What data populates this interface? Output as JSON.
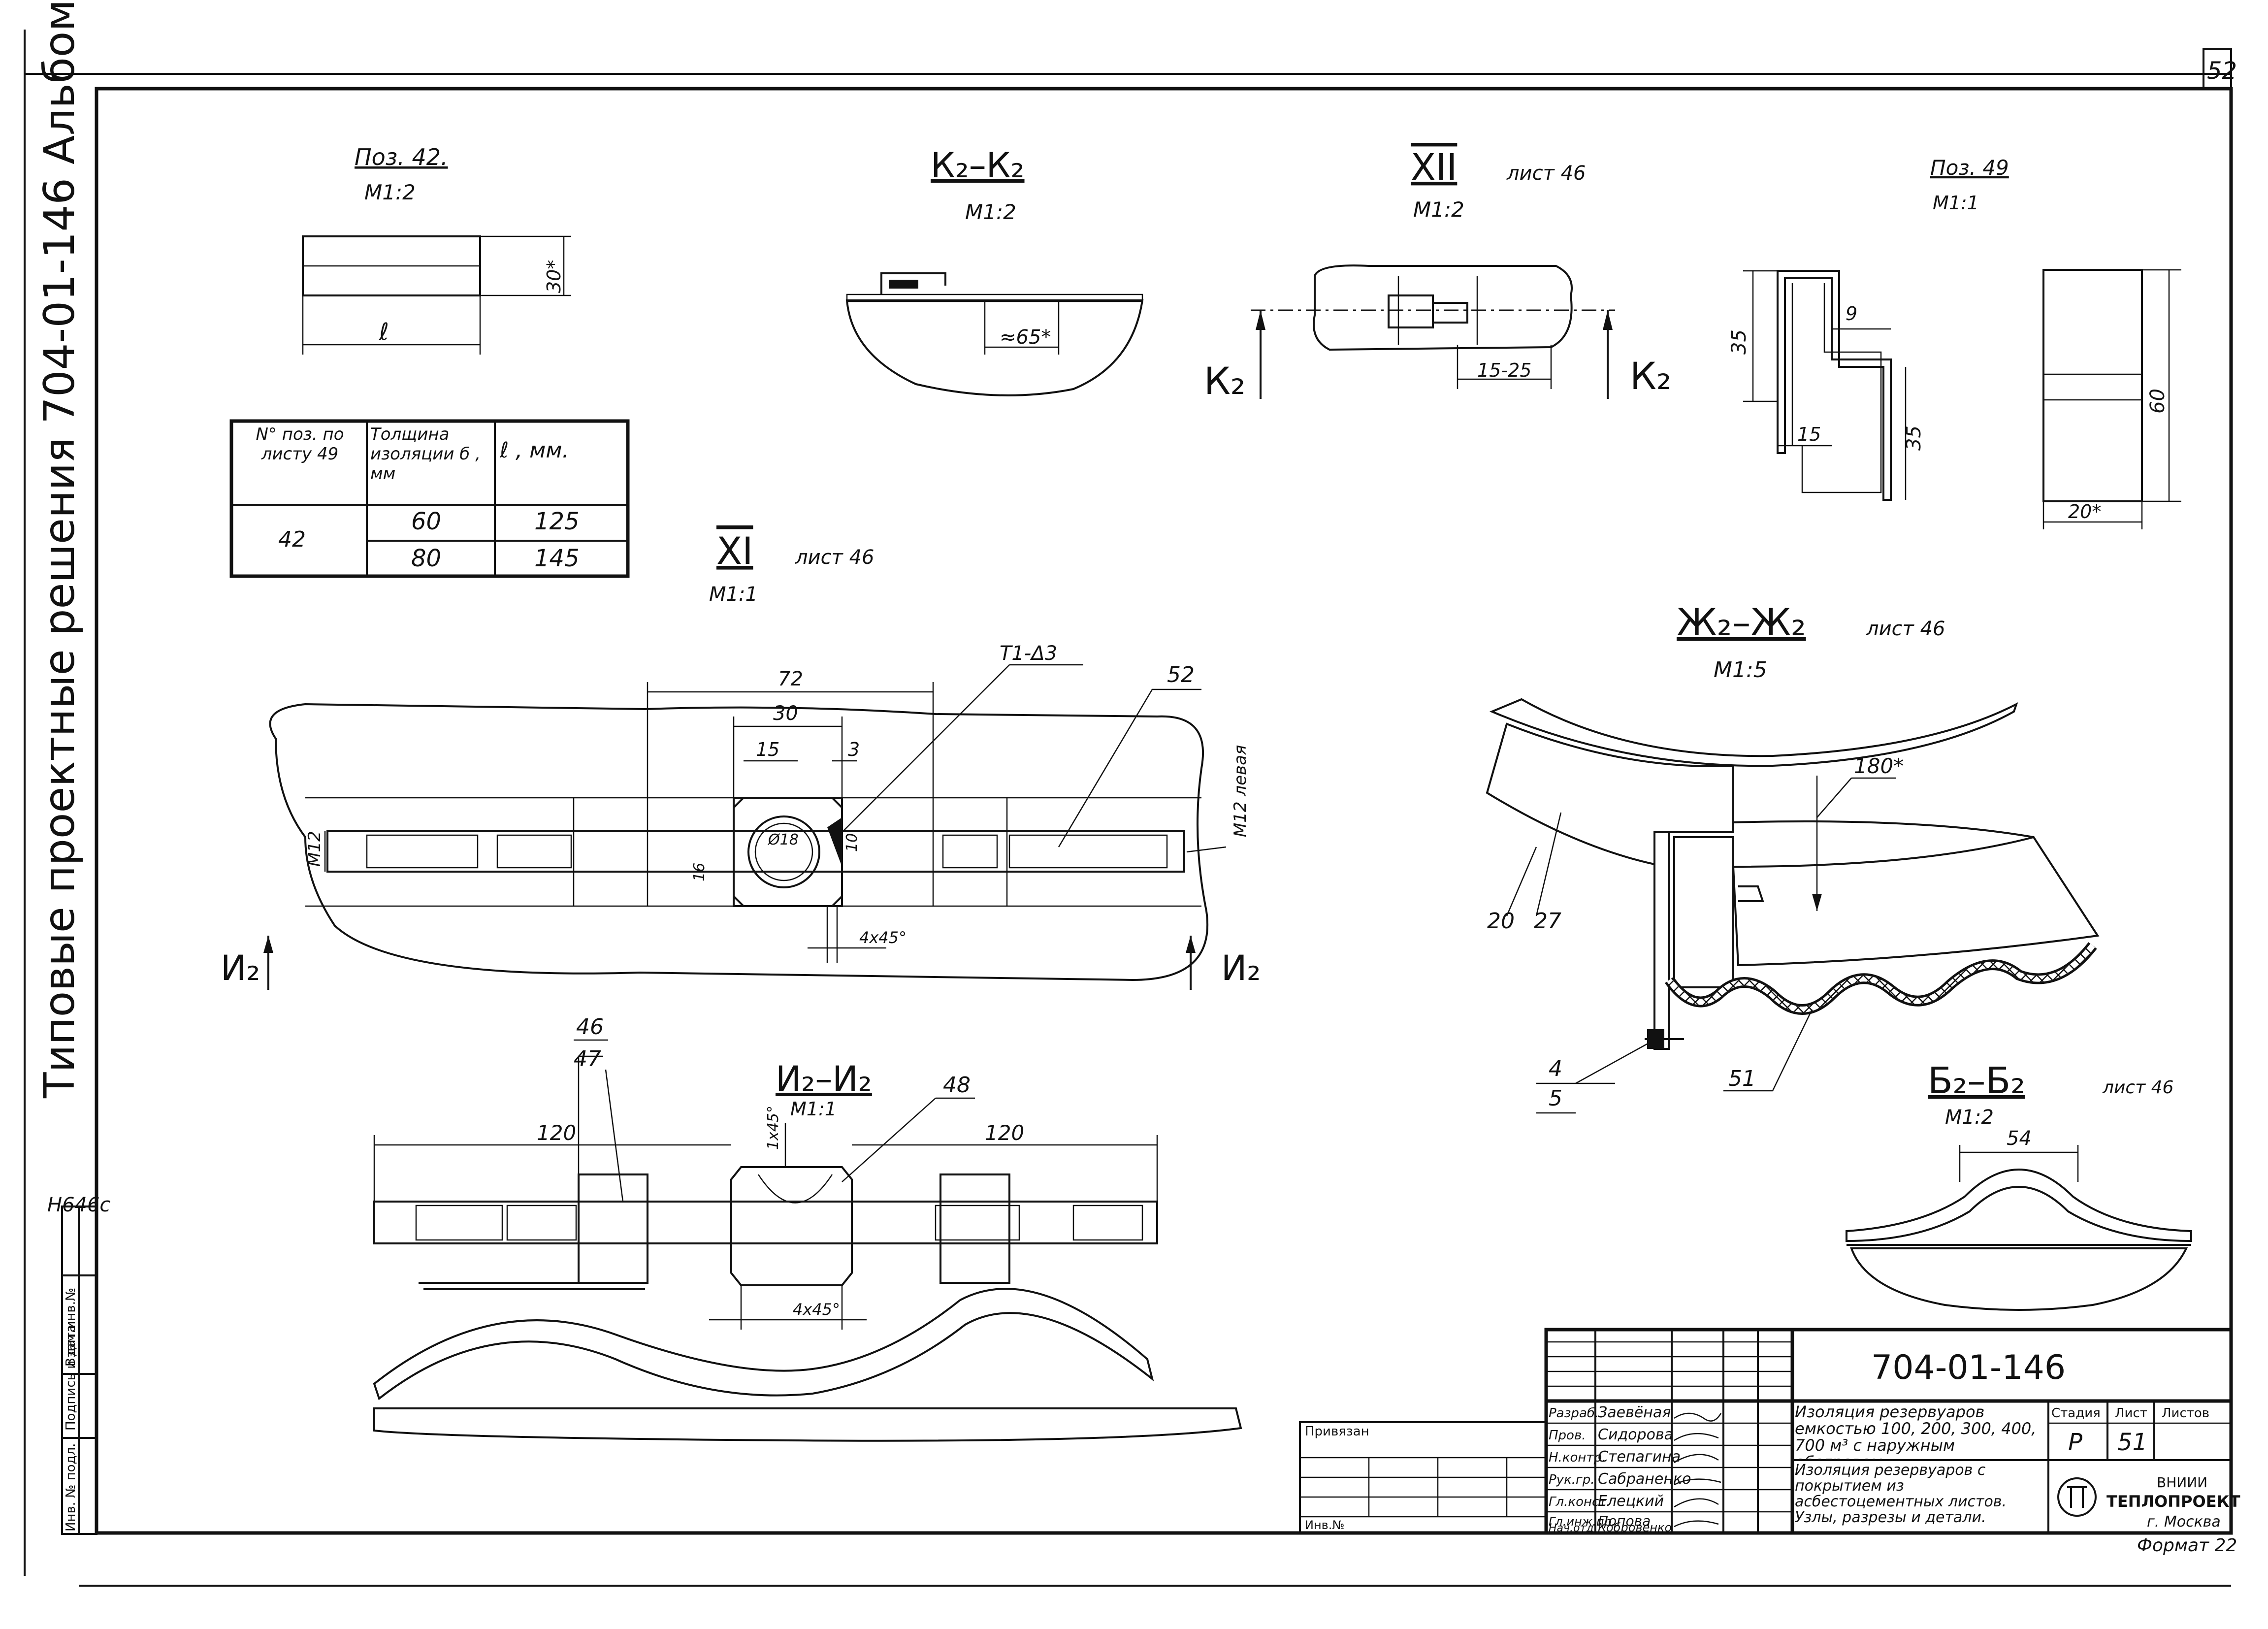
{
  "sheet_number_corner": "52",
  "side_title": "Типовые проектные решения  704-01-146  Альбом I",
  "side_code": "Н646с",
  "left_strip": [
    "Инв. № подл.",
    "Подпись и дата",
    "Взам.инв.№"
  ],
  "poz42": {
    "title": "Поз. 42.",
    "scale": "М1:2",
    "dim_height": "30*",
    "dim_length": "ℓ"
  },
  "poz_table": {
    "headers": [
      "N° поз. по листу 49",
      "Толщина изоляции б , мм",
      "ℓ , мм."
    ],
    "pos": "42",
    "rows": [
      [
        "60",
        "125"
      ],
      [
        "80",
        "145"
      ]
    ]
  },
  "k2": {
    "title": "К₂–К₂",
    "scale": "М1:2",
    "dim": "≈65*"
  },
  "xii": {
    "title": "XII",
    "ref": "лист 46",
    "scale": "М1:2",
    "dim": "15-25",
    "cut_label_left": "К₂",
    "cut_label_right": "К₂"
  },
  "poz49": {
    "title": "Поз. 49",
    "scale": "М1:1",
    "dims": [
      "35",
      "9",
      "15",
      "35",
      "60",
      "20*"
    ]
  },
  "xi": {
    "title": "XI",
    "ref": "лист 46",
    "scale": "М1:1",
    "dims": [
      "72",
      "30",
      "15",
      "3",
      "4x45°",
      "М12",
      "М12 левая",
      "Ø18",
      "10",
      "16"
    ],
    "callouts": [
      "Т1-Δ3",
      "52"
    ],
    "cut_label_left": "И₂",
    "cut_label_right": "И₂"
  },
  "zh2": {
    "title": "Ж₂–Ж₂",
    "ref": "лист 46",
    "scale": "М1:5",
    "dim": "180*",
    "callouts": [
      "20",
      "27",
      "4",
      "5",
      "51"
    ]
  },
  "i2": {
    "title": "И₂–И₂",
    "scale": "М1:1",
    "dims": [
      "120",
      "120",
      "1x45°",
      "4x45°"
    ],
    "callouts": [
      "46",
      "47",
      "48"
    ]
  },
  "b2": {
    "title": "Б₂–Б₂",
    "ref": "лист 46",
    "scale": "М1:2",
    "dim": "54"
  },
  "title_block": {
    "doc_code": "704-01-146",
    "privyazan": "Привязан",
    "inv_no": "Инв.№",
    "roles": [
      "Разраб.",
      "Пров.",
      "Н.контр.",
      "Рук.гр.",
      "Гл.конст.",
      "Гл.инж.пр.",
      "Нач.отд."
    ],
    "names": [
      "Заевёная",
      "Сидорова",
      "Степагина",
      "Сабраненко",
      "Елецкий",
      "Попова",
      "Кобровенко"
    ],
    "object_title": "Изоляция резервуаров емкостью 100, 200, 300, 400, 700 м³ с наружным обогревом.",
    "sheet_title": "Изоляция резервуаров с покрытием из асбестоцементных листов. Узлы, разрезы и детали.",
    "stage_label": "Стадия",
    "sheet_label": "Лист",
    "sheets_label": "Листов",
    "stage": "Р",
    "sheet": "51",
    "org1": "ВНИИИ",
    "org2": "ТЕПЛОПРОЕКТ",
    "city": "г. Москва",
    "format": "Формат 22"
  }
}
